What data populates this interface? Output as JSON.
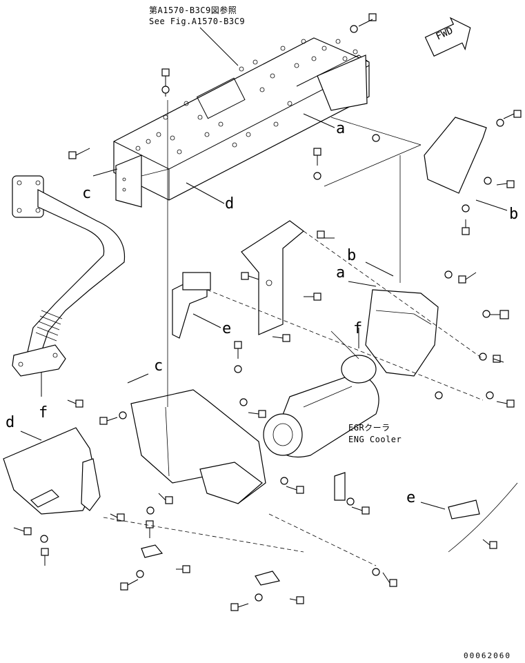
{
  "reference": {
    "line1": "第A1570-B3C9図参照",
    "line2": "See Fig.A1570-B3C9"
  },
  "fwd_label": "FWD",
  "callouts": {
    "a_upper": "a",
    "a_lower": "a",
    "b_upper": "b",
    "b_lower": "b",
    "c_upper": "c",
    "c_lower": "c",
    "d_upper": "d",
    "d_lower": "d",
    "e_upper": "e",
    "e_lower": "e",
    "f_left": "f",
    "f_right": "f"
  },
  "egr_cooler": {
    "label_jp": "EGRクーラ",
    "label_en": "ENG Cooler"
  },
  "document_number": "00062060"
}
